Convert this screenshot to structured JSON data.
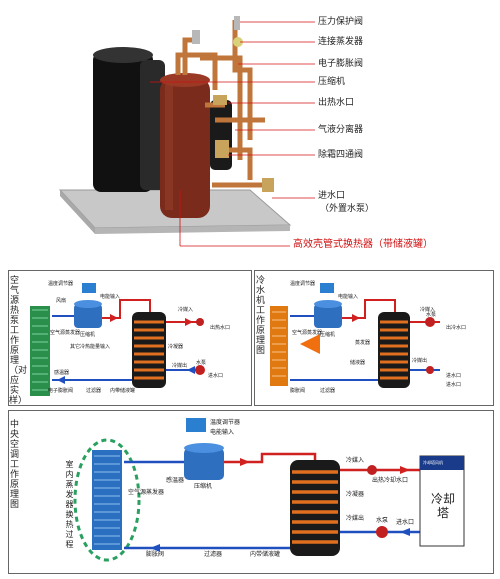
{
  "photo": {
    "labels": [
      "压力保护阀",
      "连接蒸发器",
      "电子膨胀阀",
      "压缩机",
      "出热水口",
      "气液分离器",
      "除霜四通阀",
      "进水口",
      "（外置水泵）"
    ],
    "highlight": "高效壳管式换热器（带储液罐）"
  },
  "panel_air": {
    "vertical_title": "空气源热泵工作原理（对应实样）",
    "controller": "温度调节器",
    "power": "电能输入",
    "compressor": "压缩机",
    "evaporator": "空气源蒸发器",
    "cold_in": "冷媒入",
    "condenser": "冷凝器",
    "hot_out": "出热水口",
    "cold_out": "冷媒出",
    "pump": "水泵",
    "water_in": "进水口",
    "expansion_valve": "电子膨胀阀",
    "filter": "过滤器",
    "tank": "内带储液罐",
    "fan_note": "风扇",
    "sensor": "感温器",
    "extra": "其它冷热能量输入"
  },
  "panel_chiller": {
    "vertical_title": "冷水机工作原理图",
    "controller": "温度调节器",
    "power": "电能输入",
    "compressor": "压缩机",
    "evaporator": "空气源蒸发器",
    "cold_in": "冷媒入",
    "evap2": "蒸发器",
    "out_cold": "出冷水口",
    "cold_out": "冷媒出",
    "pump": "水泵",
    "water_in": "进水口",
    "inlet": "进水口",
    "expansion_valve": "膨胀阀",
    "filter": "过滤器",
    "tank": "储液器"
  },
  "panel_central": {
    "vertical_title": "中央空调工作原理图",
    "controller": "温度调节器",
    "power": "电能输入",
    "compressor": "压缩机",
    "sensor": "感温器",
    "left_vertical": "室内蒸发器换热过程",
    "evap_label": "空气源蒸发器",
    "cold_in": "冷媒入",
    "condenser": "冷凝器",
    "out": "出热冷却水口",
    "cold_out": "冷媒出",
    "pump": "水泵",
    "water_in": "进水口",
    "tower": "冷却塔",
    "tower_top": "冷却塔风机",
    "expansion_valve": "膨胀阀",
    "filter": "过滤器",
    "tank": "内带储液罐"
  }
}
